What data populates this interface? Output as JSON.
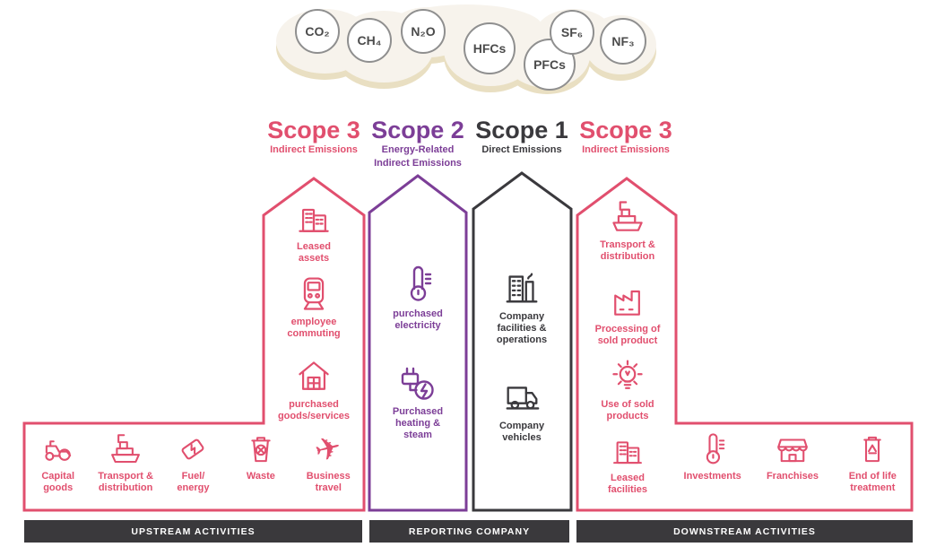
{
  "cloud": {
    "gases": [
      "CO₂",
      "CH₄",
      "N₂O",
      "HFCs",
      "PFCs",
      "SF₆",
      "NF₃"
    ]
  },
  "headers": [
    {
      "title": "Scope 3",
      "subtitle": "Indirect Emissions"
    },
    {
      "title": "Scope 2",
      "subtitle": "Energy-Related\nIndirect Emissions"
    },
    {
      "title": "Scope 1",
      "subtitle": "Direct Emissions"
    },
    {
      "title": "Scope 3",
      "subtitle": "Indirect Emissions"
    }
  ],
  "columns": {
    "scope3_left": {
      "items": [
        {
          "icon": "buildings",
          "label": "Leased assets"
        },
        {
          "icon": "train",
          "label": "employee commuting"
        },
        {
          "icon": "shop-house",
          "label": "purchased goods/services"
        }
      ]
    },
    "scope2": {
      "items": [
        {
          "icon": "thermometer",
          "label": "purchased electricity"
        },
        {
          "icon": "plug-energy",
          "label": "Purchased heating & steam"
        }
      ]
    },
    "scope1": {
      "items": [
        {
          "icon": "factory-office",
          "label": "Company facilities & operations"
        },
        {
          "icon": "truck",
          "label": "Company vehicles"
        }
      ]
    },
    "scope3_right": {
      "items": [
        {
          "icon": "cargo-ship",
          "label": "Transport & distribution"
        },
        {
          "icon": "factory",
          "label": "Processing of sold product"
        },
        {
          "icon": "light-bulb",
          "label": "Use of sold products"
        },
        {
          "icon": "buildings",
          "label": "Leased facilities"
        }
      ]
    }
  },
  "upstream_row": {
    "items": [
      {
        "icon": "tractor",
        "label": "Capital goods"
      },
      {
        "icon": "cargo-ship",
        "label": "Transport & distribution"
      },
      {
        "icon": "fuel-ticket",
        "label": "Fuel/\nenergy"
      },
      {
        "icon": "waste-bin",
        "label": "Waste"
      },
      {
        "icon": "airplane",
        "label": "Business travel"
      }
    ]
  },
  "downstream_row": {
    "items": [
      {
        "icon": "thermometer",
        "label": "Investments"
      },
      {
        "icon": "storefront",
        "label": "Franchises"
      },
      {
        "icon": "recycle-bin",
        "label": "End of life treatment"
      }
    ]
  },
  "footer_bars": {
    "upstream": "UPSTREAM ACTIVITIES",
    "reporting": "REPORTING COMPANY",
    "downstream": "DOWNSTREAM ACTIVITIES"
  },
  "colors": {
    "pink": "#e14f6e",
    "purple": "#7c3e97",
    "dark": "#3a393d",
    "bar_bg": "#3a393c",
    "cloud_fill": "#f7f3ec",
    "cloud_shadow": "#e9dfc2",
    "gas_border": "#8f8f8f",
    "gas_text": "#4b4b4b"
  }
}
